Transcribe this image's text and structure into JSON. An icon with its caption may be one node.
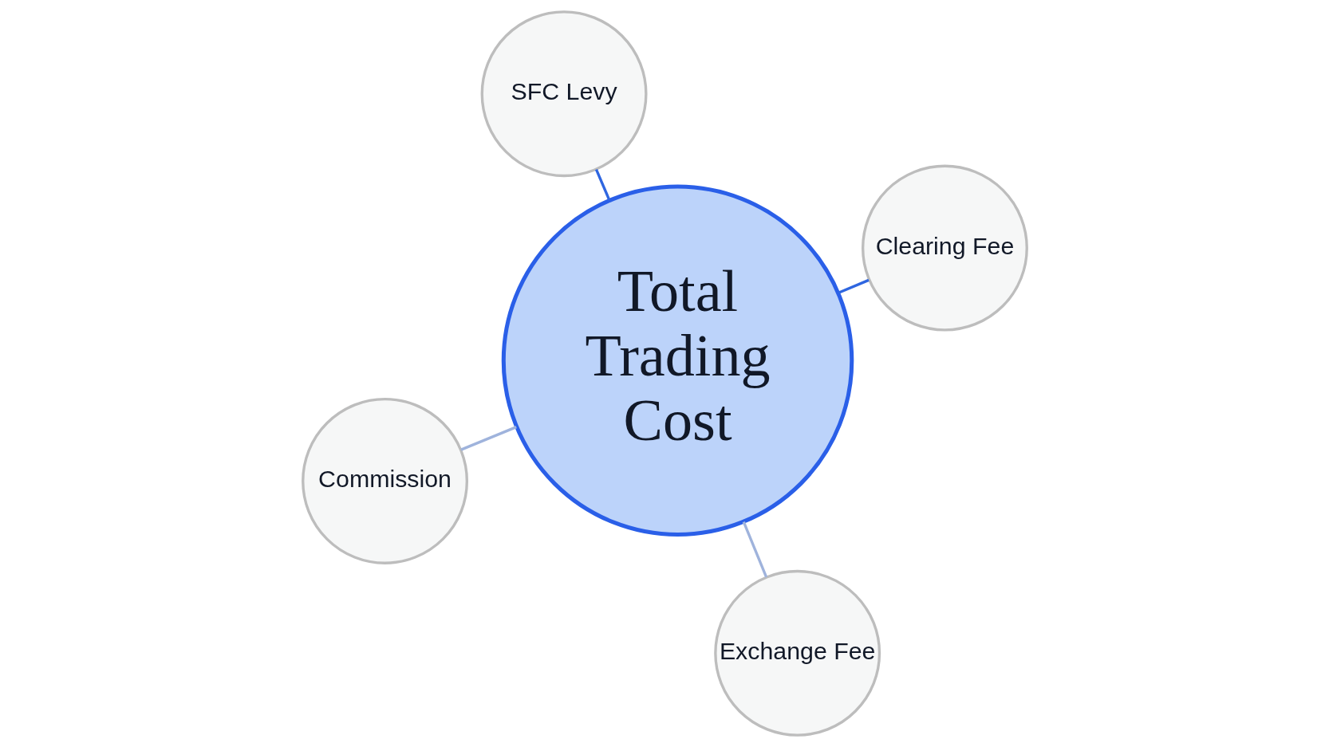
{
  "diagram": {
    "nodes": [
      {
        "text": [
          "Commission"
        ]
      },
      {
        "text": [
          "Total Trading Cost"
        ]
      },
      {
        "text": [
          "Exchange Fee"
        ]
      },
      {
        "text": [
          "SFC Levy"
        ]
      },
      {
        "text": [
          "Clearing Fee"
        ]
      }
    ],
    "edges": [
      {
        "from": 1,
        "to": 0,
        "arrow": "none",
        "color": "#9fb3dc"
      },
      {
        "from": 1,
        "to": 2,
        "arrow": "none",
        "color": "#9fb3dc"
      },
      {
        "from": 1,
        "to": 3,
        "arrow": "none",
        "color": "#2f66e0"
      },
      {
        "from": 1,
        "to": 4,
        "arrow": "none",
        "color": "#2f66e0"
      }
    ]
  }
}
